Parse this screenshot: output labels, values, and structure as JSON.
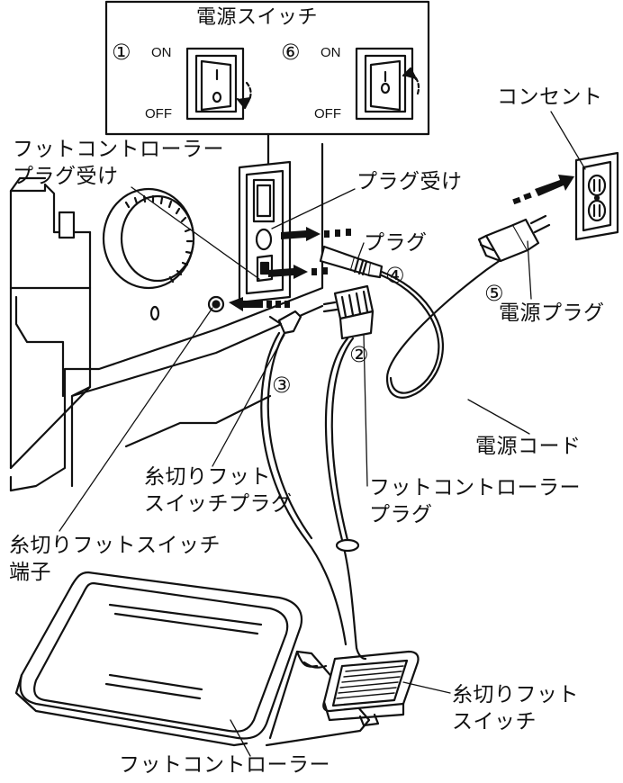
{
  "inset": {
    "title": "電源スイッチ",
    "left": {
      "step": "①",
      "on": "ON",
      "off": "OFF"
    },
    "right": {
      "step": "⑥",
      "on": "ON",
      "off": "OFF"
    }
  },
  "labels": {
    "outlet": "コンセント",
    "fc_jack_line1": "フットコントローラー",
    "fc_jack_line2": "プラグ受け",
    "power_jack": "プラグ受け",
    "plug": "プラグ",
    "power_plug": "電源プラグ",
    "power_cord": "電源コード",
    "tc_plug_line1": "糸切りフット",
    "tc_plug_line2": "スイッチプラグ",
    "fc_plug_line1": "フットコントローラー",
    "fc_plug_line2": "プラグ",
    "tc_jack_line1": "糸切りフットスイッチ",
    "tc_jack_line2": "端子",
    "tc_switch_line1": "糸切りフット",
    "tc_switch_line2": "スイッチ",
    "foot_controller": "フットコントローラー"
  },
  "steps": {
    "s2": "②",
    "s3": "③",
    "s4": "④",
    "s5": "⑤"
  },
  "colors": {
    "line": "#111111",
    "paper": "#ffffff",
    "shade": "#d9d9d9"
  }
}
